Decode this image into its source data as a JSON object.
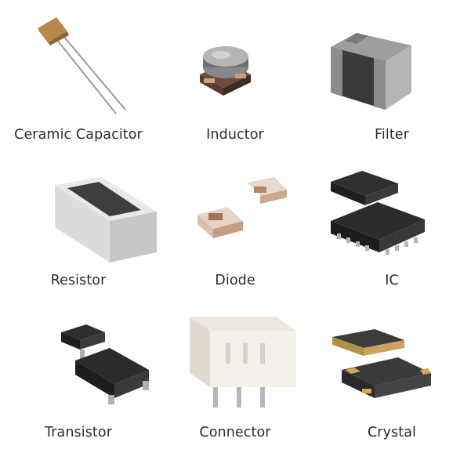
{
  "components": [
    {
      "label": "Ceramic Capacitor",
      "icon": "ceramic-capacitor-icon"
    },
    {
      "label": "Inductor",
      "icon": "inductor-icon"
    },
    {
      "label": "Filter",
      "icon": "filter-icon"
    },
    {
      "label": "Resistor",
      "icon": "resistor-icon"
    },
    {
      "label": "Diode",
      "icon": "diode-icon"
    },
    {
      "label": "IC",
      "icon": "ic-chip-icon"
    },
    {
      "label": "Transistor",
      "icon": "transistor-icon"
    },
    {
      "label": "Connector",
      "icon": "connector-icon"
    },
    {
      "label": "Crystal",
      "icon": "crystal-icon"
    }
  ]
}
